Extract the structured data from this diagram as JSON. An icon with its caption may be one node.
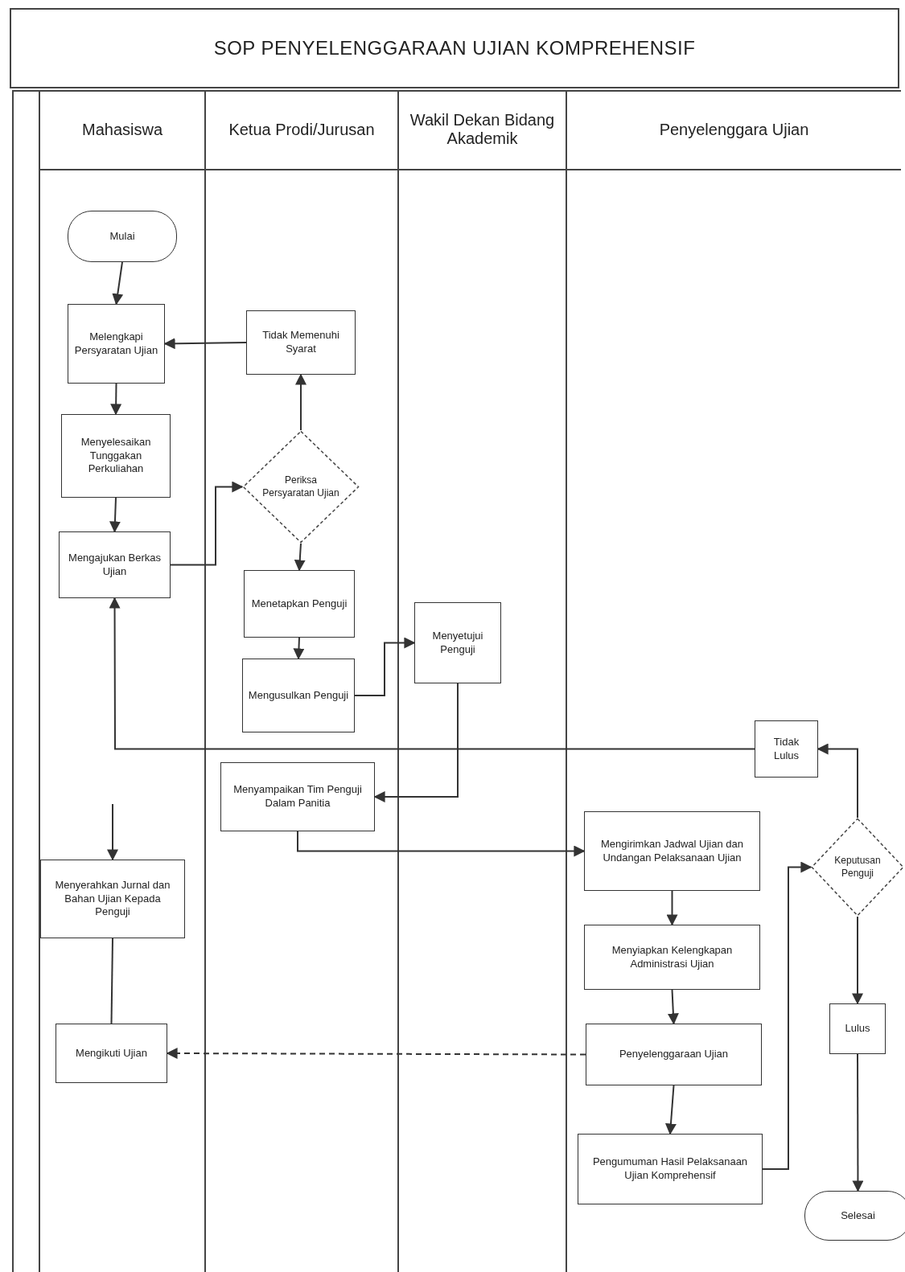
{
  "diagram": {
    "title": "SOP PENYELENGGARAAN UJIAN KOMPREHENSIF",
    "nodes": [
      {
        "text": [
          "Mahasiswa"
        ]
      },
      {
        "text": [
          "Ketua Prodi/Jurusan"
        ]
      },
      {
        "text": [
          "Wakil Dekan Bidang Akademik"
        ]
      },
      {
        "text": [
          "Penyelenggara Ujian"
        ]
      },
      {
        "text": [
          "Mulai"
        ],
        "in": 0
      },
      {
        "text": [
          "Melengkapi Persyaratan Ujian"
        ],
        "in": 0
      },
      {
        "text": [
          "Menyelesaikan Tunggakan Perkuliahan"
        ],
        "in": 0
      },
      {
        "text": [
          "Mengajukan Berkas Ujian"
        ],
        "in": 0
      },
      {
        "text": [
          "Tidak Memenuhi Syarat"
        ],
        "in": 1
      },
      {
        "text": [
          "Periksa Persyaratan Ujian"
        ],
        "in": 1
      },
      {
        "text": [
          "Menetapkan Penguji"
        ],
        "in": 1
      },
      {
        "text": [
          "Mengusulkan Penguji"
        ],
        "in": 1
      },
      {
        "text": [
          "Menyetujui Penguji"
        ],
        "in": 2
      },
      {
        "text": [
          "Menyampaikan Tim Penguji Dalam Panitia"
        ],
        "in": 1
      },
      {
        "text": [
          "Menyerahkan Jurnal dan Bahan Ujian Kepada Penguji"
        ],
        "in": 0
      },
      {
        "text": [
          "Mengikuti Ujian"
        ],
        "in": 0
      },
      {
        "text": [
          "Tidak Lulus"
        ],
        "in": 3
      },
      {
        "text": [
          "Mengirimkan Jadwal Ujian dan Undangan Pelaksanaan Ujian"
        ],
        "in": 3
      },
      {
        "text": [
          "Keputusan Penguji"
        ],
        "in": 3
      },
      {
        "text": [
          "Menyiapkan Kelengkapan Administrasi Ujian"
        ],
        "in": 3
      },
      {
        "text": [
          "Penyelenggaraan Ujian"
        ],
        "in": 3
      },
      {
        "text": [
          "Lulus"
        ],
        "in": 3
      },
      {
        "text": [
          "Pengumuman Hasil Pelaksanaan Ujian Komprehensif"
        ],
        "in": 3
      },
      {
        "text": [
          "Selesai"
        ],
        "in": 3
      }
    ],
    "edges": [
      {
        "from": 4,
        "to": 5,
        "arrow": "to"
      },
      {
        "from": 5,
        "to": 6,
        "arrow": "to"
      },
      {
        "from": 6,
        "to": 7,
        "arrow": "to"
      },
      {
        "from": 7,
        "to": 9,
        "arrow": "to"
      },
      {
        "from": 9,
        "to": 8,
        "arrow": "to"
      },
      {
        "from": 8,
        "to": 5,
        "arrow": "to"
      },
      {
        "from": 9,
        "to": 10,
        "arrow": "to"
      },
      {
        "from": 10,
        "to": 11,
        "arrow": "to"
      },
      {
        "from": 11,
        "to": 12,
        "arrow": "to"
      },
      {
        "from": 12,
        "to": 13,
        "arrow": "to"
      },
      {
        "from": 13,
        "to": 17,
        "arrow": "to"
      },
      {
        "from": null,
        "to": 14,
        "arrow": "to"
      },
      {
        "from": 14,
        "to": 15,
        "arrow": "none"
      },
      {
        "from": 17,
        "to": 19,
        "arrow": "to"
      },
      {
        "from": 19,
        "to": 20,
        "arrow": "to"
      },
      {
        "from": 20,
        "to": 22,
        "arrow": "to"
      },
      {
        "from": 20,
        "to": 15,
        "arrow": "to",
        "style": "dashed"
      },
      {
        "from": 22,
        "to": 18,
        "arrow": "to"
      },
      {
        "from": 18,
        "to": 16,
        "arrow": "to"
      },
      {
        "from": 16,
        "to": 7,
        "arrow": "to"
      },
      {
        "from": 18,
        "to": 21,
        "arrow": "to"
      },
      {
        "from": 21,
        "to": 23,
        "arrow": "to"
      }
    ]
  }
}
